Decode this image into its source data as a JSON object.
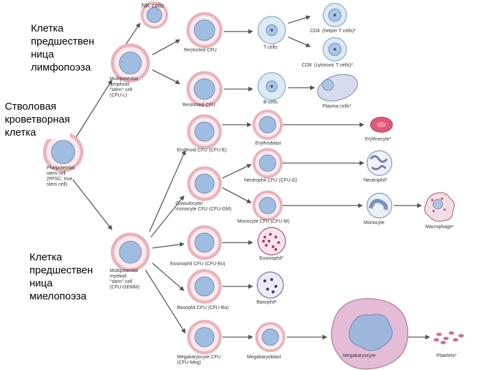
{
  "overlay": {
    "lymphoid_progenitor": [
      "Клетка",
      "предшествен",
      "ница",
      "лимфопоэза"
    ],
    "stem_cell": [
      "Стволовая",
      "кроветворная",
      "клетка"
    ],
    "myeloid_progenitor": [
      "Клетка",
      "предшествен",
      "ница",
      "миелопоэза"
    ]
  },
  "labels": {
    "nk_cells": "NK cells",
    "multipotential_lymphoid": "Multipotential\nlymphoid\n\"stem\" cell\n(CFU-L)",
    "restricted_cfu_1": "Restricted CFU",
    "restricted_cfu_2": "Restricted CFU",
    "t_cells": "T cells",
    "b_cells": "B cells",
    "cd4": "CD4  (helper T cells)*",
    "cd8": "CD8  (cytotoxic T cells)*",
    "plasma": "Plasma cells*",
    "pluripotential": "Pluripotential\nstem cell\n(PPSC; true\nstem cell)",
    "erythroid_cfu": "Erythroid CFU (CFU-E)",
    "erythroblast": "Erythroblast",
    "erythrocyte": "Erythrocyte*",
    "neutrophil_cfu": "Neutrophil CFU (CFU-G)",
    "neutrophil": "Neutrophil*",
    "granulocyte_cfu": "Granulocyte/\nmonocyte CFU (CFU-GM)",
    "monocyte_cfu": "Monocyte CFU (CFU-M)",
    "monocyte": "Monocyte",
    "macrophage": "Macrophage*",
    "eosinophil_cfu": "Eosinophil CFU (CFU-Eo)",
    "eosinophil": "Eosinophil*",
    "multipotential_myeloid": "Multipotential\nmyeloid\n\"stem\" cell\n(CFU-GEMM)",
    "basophil": "Basophil*",
    "basophil_cfu": "Basophil CFU (CFU-Ba)",
    "megakaryocyte_cfu": "Megakaryocyte CFU\n(CFU-Meg)",
    "megakaryoblast": "Megakaryoblast",
    "megakaryocyte": "Megakaryocyte",
    "platelets": "Platelets*"
  },
  "colors": {
    "stem_membrane": "#e8b4bc",
    "stem_cytoplasm": "#fbe8ec",
    "stem_nucleus": "#9fbde0",
    "lymph_cytoplasm": "#dbeaf5",
    "lymph_nucleus": "#a9c6e4",
    "erythrocyte": "#e0587a",
    "plasma": "#d7dced",
    "granules": "#b03a5b",
    "megakaryocyte": "#e4bcd6",
    "arrow": "#555555",
    "text": "#333333"
  }
}
